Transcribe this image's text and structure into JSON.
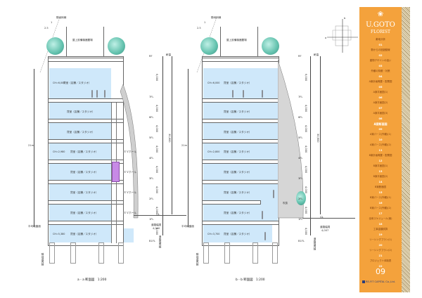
{
  "sidebar": {
    "brand_line1": "U.GOTO",
    "brand_line2": "FLORIST",
    "logo_icon": "rose-icon",
    "toc": [
      {
        "label": "敷地分析",
        "num": "01"
      },
      {
        "label": "駅からの回遊動線",
        "num": "02"
      },
      {
        "label": "建物デザインの狙い",
        "num": "03"
      },
      {
        "label": "外観の特徴・対策",
        "num": "04"
      },
      {
        "label": "A案計画概要・配置図",
        "num": "05"
      },
      {
        "label": "A案平面図(1)",
        "num": "06"
      },
      {
        "label": "A案平面図(2)",
        "num": "07"
      },
      {
        "label": "A案平面図(3)",
        "num": "08"
      },
      {
        "label": "A案断面図",
        "num": "09",
        "active": true
      },
      {
        "label": "A案パース(外観)(1)",
        "num": "10"
      },
      {
        "label": "A案パース(外観)(2)",
        "num": "11"
      },
      {
        "label": "B案計画概要・配置図",
        "num": "12"
      },
      {
        "label": "B案平面図(1)",
        "num": "13"
      },
      {
        "label": "B案平面図(2)",
        "num": "14"
      },
      {
        "label": "B案断面図",
        "num": "15"
      },
      {
        "label": "B案パース(外観)(1)",
        "num": "16"
      },
      {
        "label": "B案パース(外観)(2)",
        "num": "17"
      },
      {
        "label": "全体スケジュール(案)",
        "num": "18"
      },
      {
        "label": "工事金額試算",
        "num": "19"
      },
      {
        "label": "リーシングプラン(1)",
        "num": "20"
      },
      {
        "label": "リーシングプラン(2)",
        "num": "21"
      },
      {
        "label": "プロジェクト体制表",
        "num": "22"
      }
    ],
    "page_number": "09",
    "company": "RE-FIT CAPITAL Co.,Ltd."
  },
  "key_plan": {
    "label_a": "a",
    "label_b": "b"
  },
  "section_a": {
    "caption": "a - a 断面図　1:200",
    "roof_label": "屋上設備機器置場",
    "slope_label": "隣地斜線",
    "slope_ratio_top": "1",
    "slope_ratio_side": "2.5",
    "height_limit": "21m",
    "ground_label": "平均地盤面",
    "boundary_label": "隣地境界線",
    "road_label": "道路境界線",
    "road_width_label": "道路幅員",
    "road_width": "4,000",
    "total_height": "30,600",
    "ch_top": "CH=6,000",
    "ch_mid": "CH=2,980",
    "ch_bottom": "CH=5,380",
    "room": "貸室（店舗／スタジオ）",
    "ev_hall": "ＥＶホール",
    "ev_hall_b": "ＥＶ\nホール",
    "levels": [
      "RF",
      "7FL",
      "6FL",
      "5FL",
      "4FL",
      "3FL",
      "2FL",
      "1FL",
      "B1FL"
    ],
    "floor_heights": [
      "6,000",
      "4,000",
      "4,000",
      "4,000",
      "4,000",
      "4,000",
      "4,000",
      "4,000"
    ],
    "roof_dim": "120",
    "gl_dim": "300",
    "gl_label": "GL",
    "eave": "軒高"
  },
  "section_b": {
    "caption": "b - b 断面図　1:200",
    "roof_label": "屋上設備機器置場",
    "slope_label": "隣地斜線",
    "slope_ratio_top": "1",
    "slope_ratio_side": "2.5",
    "height_limit": "21m",
    "ground_label": "平均地盤面",
    "boundary_label": "隣地境界線",
    "road_label": "道路境界線",
    "road_width_label": "道路幅員",
    "road_width": "4,007",
    "total_height": "30,600",
    "ch_top": "CH=6,000",
    "ch_mid": "CH=2,800",
    "ch_bottom": "CH=3,700",
    "room": "貸室（店舗／スタジオ）",
    "void_label": "吹抜",
    "levels": [
      "RF",
      "7FL",
      "6FL",
      "5FL",
      "4FL",
      "3FL",
      "2FL",
      "1FL",
      "B1FL"
    ],
    "floor_heights": [
      "6,000",
      "4,000",
      "4,000",
      "4,000",
      "4,000",
      "4,000",
      "4,000",
      "4,000"
    ],
    "roof_dim": "120",
    "gl_dim": "300",
    "gl_label": "GL",
    "eave": "軒高"
  }
}
